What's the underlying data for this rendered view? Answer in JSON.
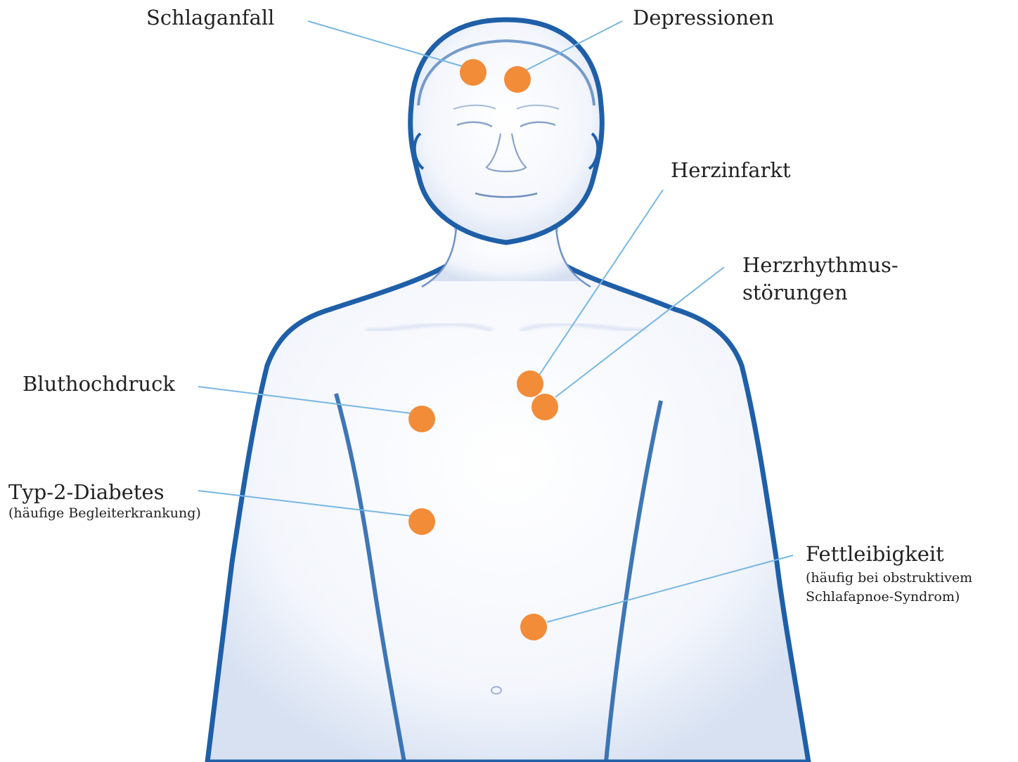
{
  "diagram": {
    "colors": {
      "marker": "#f28c38",
      "leader_line": "#78b7e2",
      "body_outline": "#1f5fa8",
      "body_fill": "#e9eef8"
    },
    "labels": {
      "stroke": {
        "title": "Schlaganfall"
      },
      "depression": {
        "title": "Depressionen"
      },
      "heart_attack": {
        "title": "Herzinfarkt"
      },
      "arrhythmia": {
        "line1": "Herzrhythmus-",
        "line2": "störungen"
      },
      "hypertension": {
        "title": "Bluthochdruck"
      },
      "diabetes": {
        "title": "Typ-2-Diabetes",
        "note": "(häufige Begleiterkrankung)"
      },
      "obesity": {
        "title": "Fettleibigkeit",
        "note_line1": "(häufig bei obstruktivem",
        "note_line2": "Schlafapnoe-Syndrom)"
      }
    }
  }
}
